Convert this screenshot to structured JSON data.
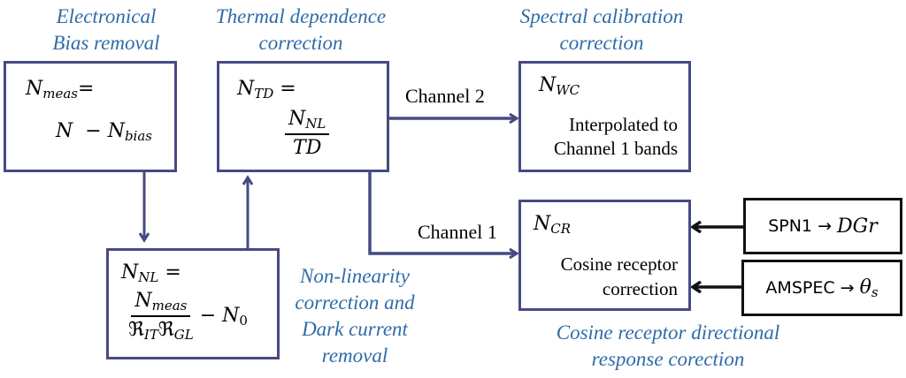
{
  "colors": {
    "caption": "#2e6ca8",
    "box_border": "#464a84",
    "arrow": "#464a84",
    "external_box_border": "#111111"
  },
  "captions": {
    "bias": [
      "Electronical",
      "Bias removal"
    ],
    "thermal": [
      "Thermal dependence",
      "correction"
    ],
    "spectral": [
      "Spectral calibration",
      "correction"
    ],
    "nonlinearity": [
      "Non-linearity",
      "correction and",
      "Dark current",
      "removal"
    ],
    "cosine": [
      "Cosine receptor directional",
      "response corection"
    ]
  },
  "boxes": {
    "meas": {
      "lhs": "N",
      "lhs_sub": "meas",
      "eq": "=",
      "rhs_a": "N",
      "minus": "−",
      "rhs_b": "N",
      "rhs_b_sub": "bias"
    },
    "td": {
      "lhs": "N",
      "lhs_sub": "TD",
      "eq": " =",
      "num": "N",
      "num_sub": "NL",
      "den": "TD"
    },
    "nl": {
      "lhs": "N",
      "lhs_sub": "NL",
      "eq": " =",
      "num": "N",
      "num_sub": "meas",
      "den_a": "ℜ",
      "den_a_sub": "IT",
      "den_b": "ℜ",
      "den_b_sub": "GL",
      "minus": "−",
      "tail": "N",
      "tail_sub": "0"
    },
    "wc": {
      "lhs": "N",
      "lhs_sub": "WC",
      "text": [
        "Interpolated to",
        "Channel 1 bands"
      ]
    },
    "cr": {
      "lhs": "N",
      "lhs_sub": "CR",
      "text": [
        "Cosine receptor",
        "correction"
      ]
    }
  },
  "external_inputs": [
    {
      "source": "SPN1",
      "arrow": "→",
      "output": "DGr",
      "output_sub": ""
    },
    {
      "source": "AMSPEC",
      "arrow": "→",
      "output": "θ",
      "output_sub": "s"
    }
  ],
  "edge_labels": {
    "channel2": "Channel 2",
    "channel1": "Channel 1"
  }
}
